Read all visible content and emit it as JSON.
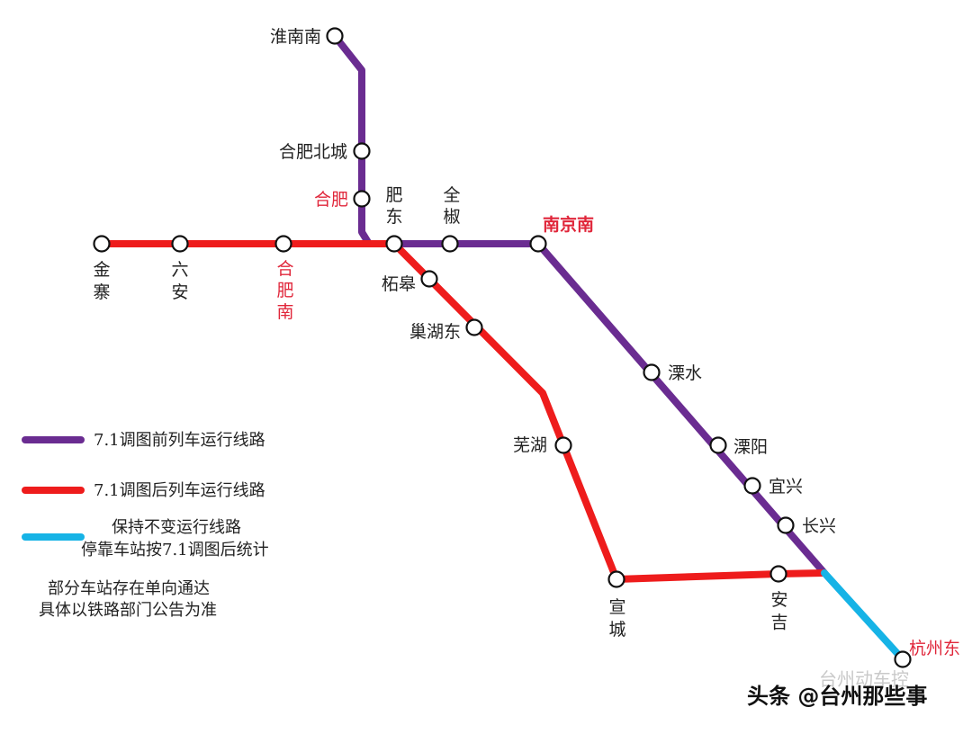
{
  "colors": {
    "before": "#6a2c91",
    "after": "#ee1c1c",
    "unchanged": "#16b3e6",
    "highlight_label": "#e0263a"
  },
  "stations": {
    "huainan_nan": "淮南南",
    "hefei_beicheng": "合肥北城",
    "hefei": "合肥",
    "fei_dong": "肥东",
    "quan_jiao": "全椒",
    "nanjing_nan": "南京南",
    "jin_zhai": "金寨",
    "lu_an": "六安",
    "hefei_nan": "合肥南",
    "zhe_gao": "柘皋",
    "chaohu_dong": "巢湖东",
    "li_shui": "溧水",
    "li_yang": "溧阳",
    "yi_xing": "宜兴",
    "chang_xing": "长兴",
    "wu_hu": "芜湖",
    "xuan_cheng": "宣城",
    "an_ji": "安吉",
    "hangzhou_dong": "杭州东"
  },
  "legend": {
    "before": "7.1调图前列车运行线路",
    "after": "7.1调图后列车运行线路",
    "unchanged_line1": "保持不变运行线路",
    "unchanged_line2": "停靠车站按7.1调图后统计"
  },
  "note": {
    "line1": "部分车站存在单向通达",
    "line2": "具体以铁路部门公告为准"
  },
  "watermark": {
    "text": "头条 @台州那些事",
    "faint": "台州动车控"
  }
}
